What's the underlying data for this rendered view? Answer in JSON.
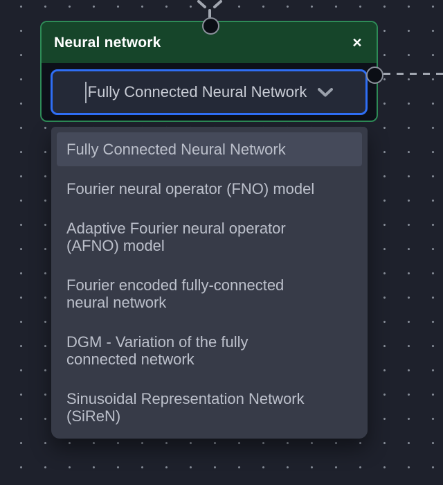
{
  "canvas": {
    "background_color": "#1e212c",
    "grid_dot_color": "#858b96"
  },
  "node": {
    "title": "Neural network",
    "close_label": "×",
    "header_color": "#16452a",
    "border_color": "#2e8b57",
    "field": {
      "value": "Fully Connected Neural Network",
      "chevron_icon": "chevron-down",
      "focus_border_color": "#2f6ef4"
    }
  },
  "dropdown": {
    "selected_index": 0,
    "options": [
      {
        "label": "Fully Connected Neural Network",
        "selected": true
      },
      {
        "label": "Fourier neural operator (FNO) model",
        "selected": false
      },
      {
        "label": "Adaptive Fourier neural operator\n(AFNO) model",
        "selected": false
      },
      {
        "label": "Fourier encoded fully-connected\nneural network",
        "selected": false
      },
      {
        "label": "DGM - Variation of the fully\nconnected network",
        "selected": false
      },
      {
        "label": "Sinusoidal Representation Network\n(SiReN)",
        "selected": false
      }
    ]
  }
}
